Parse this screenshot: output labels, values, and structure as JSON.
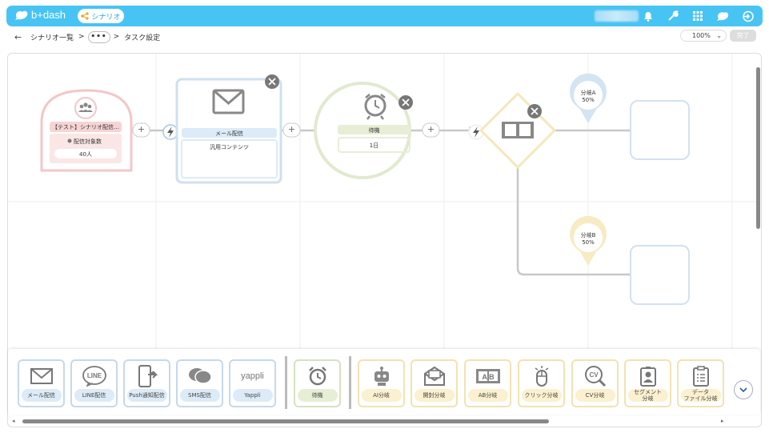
{
  "header": {
    "logo_text": "b+dash",
    "pill_label": "シナリオ",
    "icons": [
      "bell-icon",
      "wrench-icon",
      "grid-icon",
      "chat-icon",
      "logout-icon"
    ]
  },
  "breadcrumb": {
    "root": "シナリオ一覧",
    "sep": ">",
    "dots": "•••",
    "current": "タスク設定"
  },
  "toolbar": {
    "zoom": "100%",
    "done": "完了"
  },
  "flow": {
    "start": {
      "title": "【テスト】シナリオ配信…",
      "sub_label": "配信対象数",
      "count": "40人"
    },
    "mail": {
      "label": "メール配信",
      "content": "汎用コンテンツ"
    },
    "wait": {
      "label": "待機",
      "value": "1日"
    },
    "branch_a": {
      "name": "分岐A",
      "pct": "50%"
    },
    "branch_b": {
      "name": "分岐B",
      "pct": "50%"
    },
    "plus": "+"
  },
  "palette": {
    "items": [
      {
        "label": "メール配信",
        "icon": "mail-icon",
        "color": "blue"
      },
      {
        "label": "LINE配信",
        "icon": "line-icon",
        "color": "blue"
      },
      {
        "label": "Push通知配信",
        "icon": "push-icon",
        "color": "blue"
      },
      {
        "label": "SMS配信",
        "icon": "sms-icon",
        "color": "blue"
      },
      {
        "label": "Yappli",
        "icon": "yappli-icon",
        "color": "blue"
      },
      {
        "label": "待機",
        "icon": "alarm-icon",
        "color": "green"
      },
      {
        "label": "AI分岐",
        "icon": "robot-icon",
        "color": "yellow"
      },
      {
        "label": "開封分岐",
        "icon": "open-mail-icon",
        "color": "yellow"
      },
      {
        "label": "AB分岐",
        "icon": "ab-icon",
        "color": "yellow"
      },
      {
        "label": "クリック分岐",
        "icon": "mouse-icon",
        "color": "yellow"
      },
      {
        "label": "CV分岐",
        "icon": "cv-icon",
        "color": "yellow"
      },
      {
        "label": "セグメント\n分岐",
        "icon": "segment-icon",
        "color": "yellow"
      },
      {
        "label": "データ\nファイル分岐",
        "icon": "datafile-icon",
        "color": "yellow"
      }
    ],
    "line_text": "LINE",
    "yappli_text": "yappli",
    "ab_text": "A B",
    "cv_text": "CV"
  },
  "colors": {
    "header": "#47c4f4",
    "blue_border": "#c6d8ec",
    "blue_fill": "#dcebf7",
    "green_border": "#d5e2c2",
    "green_fill": "#e6efd6",
    "yellow_border": "#f3e2b2",
    "yellow_fill": "#fbf0cf",
    "start_border": "#f3c7c7"
  }
}
